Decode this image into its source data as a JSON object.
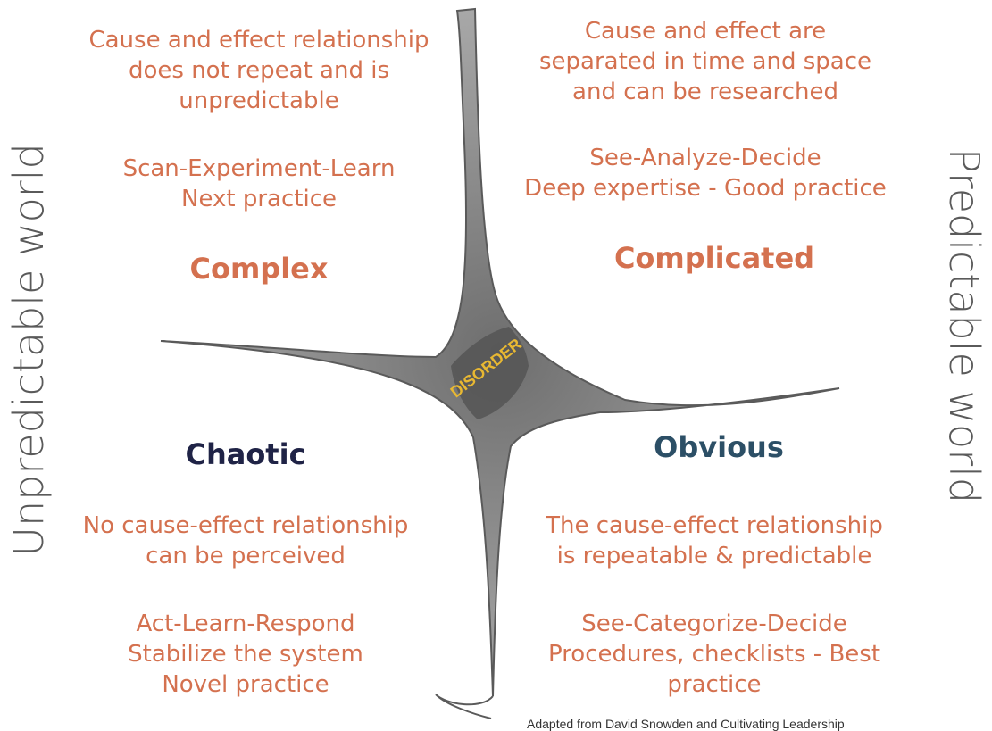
{
  "left_side_label": "Unpredictable world",
  "right_side_label": "Predictable world",
  "center_label": "DISORDER",
  "colors": {
    "body_text": "#d4714f",
    "chaotic_title": "#1f2346",
    "obvious_title": "#2c4f66",
    "disorder_text": "#e8b832",
    "curve": "#6a6a6a",
    "side_text": "#5a5a5a"
  },
  "quadrants": {
    "complex": {
      "title": "Complex",
      "lines": [
        "Cause and effect relationship",
        "does not repeat and is",
        "unpredictable",
        "",
        "Scan-Experiment-Learn",
        "Next practice"
      ]
    },
    "complicated": {
      "title": "Complicated",
      "lines": [
        "Cause and effect are",
        "separated in time and space",
        "and can be researched",
        "",
        "See-Analyze-Decide",
        "Deep expertise - Good practice"
      ]
    },
    "chaotic": {
      "title": "Chaotic",
      "lines": [
        "No cause-effect relationship",
        "can be perceived",
        "",
        "Act-Learn-Respond",
        "Stabilize the system",
        "Novel practice"
      ]
    },
    "obvious": {
      "title": "Obvious",
      "lines": [
        "The cause-effect relationship",
        "is repeatable & predictable",
        "",
        "See-Categorize-Decide",
        "Procedures, checklists - Best",
        "practice"
      ]
    }
  },
  "footnote": "Adapted from David Snowden and Cultivating Leadership"
}
